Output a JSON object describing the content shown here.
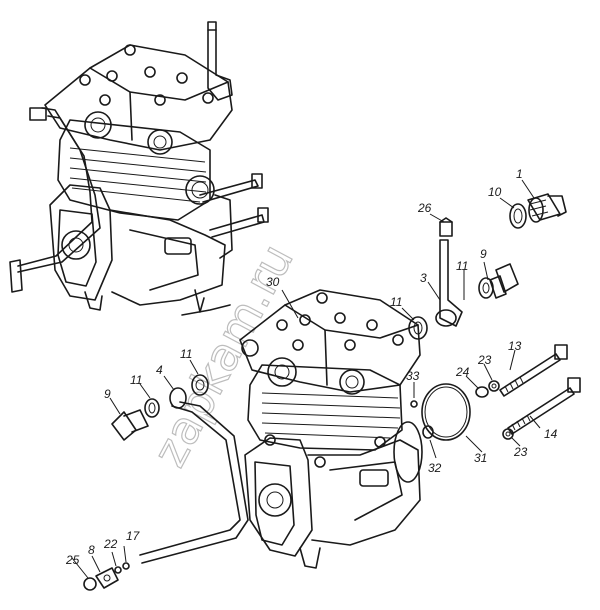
{
  "watermark": "zapkam.ru",
  "callouts": [
    {
      "id": "c1",
      "text": "1"
    },
    {
      "id": "c10",
      "text": "10"
    },
    {
      "id": "c26",
      "text": "26"
    },
    {
      "id": "c9a",
      "text": "9"
    },
    {
      "id": "c3",
      "text": "3"
    },
    {
      "id": "c11a",
      "text": "11"
    },
    {
      "id": "c30",
      "text": "30"
    },
    {
      "id": "c11b",
      "text": "11"
    },
    {
      "id": "c13",
      "text": "13"
    },
    {
      "id": "c23a",
      "text": "23"
    },
    {
      "id": "c24",
      "text": "24"
    },
    {
      "id": "c33",
      "text": "33"
    },
    {
      "id": "c4",
      "text": "4"
    },
    {
      "id": "c11c",
      "text": "11"
    },
    {
      "id": "c9b",
      "text": "9"
    },
    {
      "id": "c14",
      "text": "14"
    },
    {
      "id": "c23b",
      "text": "23"
    },
    {
      "id": "c31",
      "text": "31"
    },
    {
      "id": "c32",
      "text": "32"
    },
    {
      "id": "c22",
      "text": "22"
    },
    {
      "id": "c17",
      "text": "17"
    },
    {
      "id": "c25",
      "text": "25"
    },
    {
      "id": "c8",
      "text": "8"
    }
  ]
}
